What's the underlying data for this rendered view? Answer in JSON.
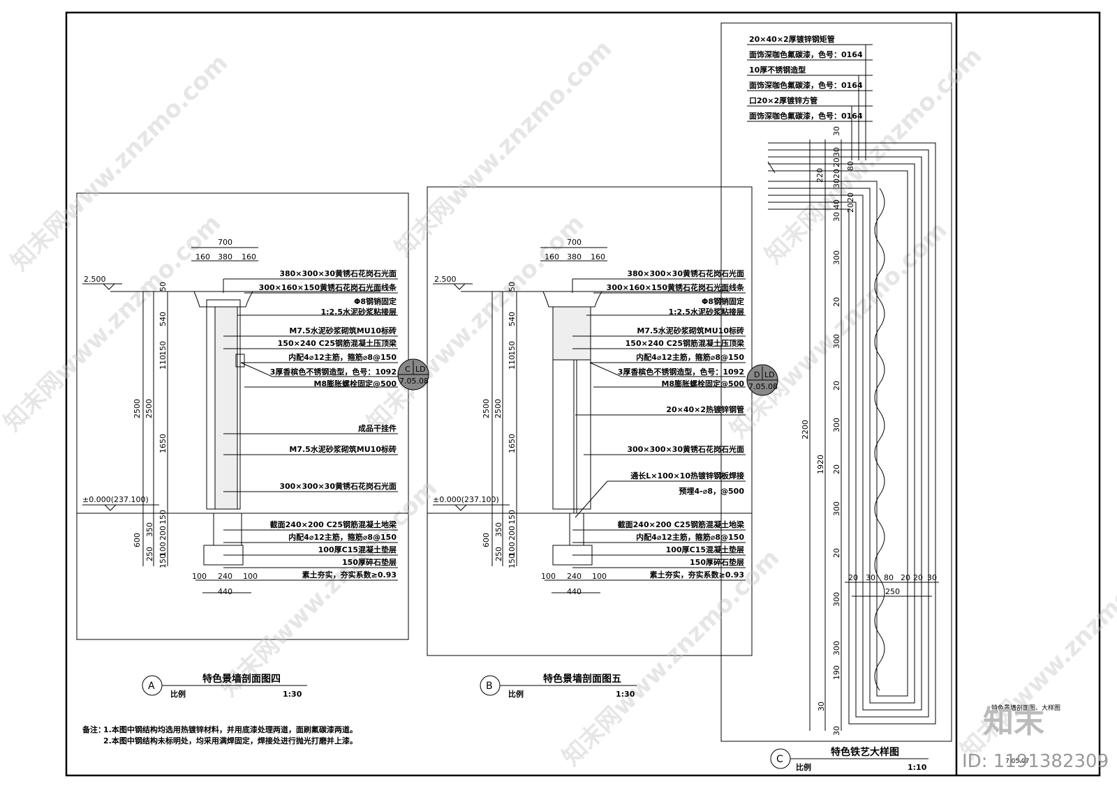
{
  "sectionA": {
    "dims_top": [
      "700",
      "160",
      "380",
      "160"
    ],
    "level_top": "2.500",
    "level_ground": "±0.000(237.100)",
    "dims_left_total": [
      "2500",
      "600"
    ],
    "dims_left": [
      "50",
      "540",
      "150",
      "110",
      "2500",
      "1650",
      "150",
      "350",
      "200",
      "250",
      "100",
      "150"
    ],
    "dims_bottom": [
      "100",
      "240",
      "100",
      "440"
    ],
    "labels": [
      "380×300×30黄锈石花岗石光面",
      "300×160×150黄锈石花岗石光面线条",
      "Φ8钢销固定",
      "1:2.5水泥砂浆粘接层",
      "M7.5水泥砂浆砌筑MU10标砖",
      "150×240 C25钢筋混凝土压顶梁",
      "内配4⌀12主筋，箍筋⌀8@150",
      "3厚香槟色不锈钢造型，色号：1092",
      "M8膨胀螺栓固定@500",
      "成品干挂件",
      "M7.5水泥砂浆砌筑MU10标砖",
      "300×300×30黄锈石花岗石光面",
      "截面240×200 C25钢筋混凝土地梁",
      "内配4⌀12主筋，箍筋⌀8@150",
      "100厚C15混凝土垫层",
      "150厚碎石垫层",
      "素土夯实，夯实系数≥0.93"
    ],
    "callout_top": "C",
    "callout_right": "LD",
    "callout_ref": "7.05.08",
    "title_letter": "A",
    "title": "特色景墙剖面图四",
    "scale_label": "比例",
    "scale": "1:30"
  },
  "sectionB": {
    "dims_top": [
      "700",
      "160",
      "380",
      "160"
    ],
    "level_top": "2.500",
    "level_ground": "±0.000(237.100)",
    "dims_left_total": [
      "2500",
      "600"
    ],
    "dims_left": [
      "50",
      "540",
      "150",
      "110",
      "2500",
      "1650",
      "150",
      "350",
      "200",
      "250",
      "100",
      "150"
    ],
    "dims_bottom": [
      "100",
      "240",
      "100",
      "440"
    ],
    "labels": [
      "380×300×30黄锈石花岗石光面",
      "300×160×150黄锈石花岗石光面线条",
      "Φ8钢销固定",
      "1:2.5水泥砂浆粘接层",
      "M7.5水泥砂浆砌筑MU10标砖",
      "150×240 C25钢筋混凝土压顶梁",
      "内配4⌀12主筋，箍筋⌀8@150",
      "3厚香槟色不锈钢造型，色号：1092",
      "M8膨胀螺栓固定@500",
      "20×40×2热镀锌钢管",
      "300×300×30黄锈石花岗石光面",
      "通长L×100×10热镀锌钢板焊接",
      "预埋4-⌀8，@500",
      "截面240×200 C25钢筋混凝土地梁",
      "内配4⌀12主筋，箍筋⌀8@150",
      "100厚C15混凝土垫层",
      "150厚碎石垫层",
      "素土夯实，夯实系数≥0.93"
    ],
    "callout_top": "D",
    "callout_right": "LD",
    "callout_ref": "7.05.08",
    "title_letter": "B",
    "title": "特色景墙剖面图五",
    "scale_label": "比例",
    "scale": "1:30"
  },
  "sectionC": {
    "labels": [
      "20×40×2厚镀锌钢矩管",
      "面饰深咖色氟碳漆，色号：0164",
      "10厚不锈钢造型",
      "面饰深咖色氟碳漆，色号：0164",
      "口20×2厚镀锌方管",
      "面饰深咖色氟碳漆，色号：0164"
    ],
    "dims_top": [
      "30",
      "30",
      "20",
      "20",
      "30",
      "80",
      "220",
      "40",
      "30",
      "20",
      "20"
    ],
    "dims_total": [
      "2200",
      "1920"
    ],
    "dims_mid": [
      "300",
      "300",
      "20",
      "300",
      "20",
      "300",
      "20",
      "300",
      "20",
      "300",
      "190",
      "30",
      "30"
    ],
    "dims_width": [
      "20",
      "30",
      "80",
      "20",
      "20",
      "30",
      "250"
    ],
    "title_letter": "C",
    "title": "特色铁艺大样图",
    "scale_label": "比例",
    "scale": "1:10"
  },
  "notes": {
    "heading": "备注：",
    "lines": [
      "1.本图中钢结构均选用热镀锌材料，并用底漆处理两道，面刷氟碳漆两道。",
      "2.本图中钢结构未标明处，均采用满焊固定，焊接处进行抛光打磨并上漆。"
    ]
  },
  "sidebar": {
    "small_text": "特色景墙剖面图、大样图",
    "page_code": "7.05.07"
  },
  "watermark": {
    "text": "知末网www.znzmo.com",
    "logo": "知末",
    "id": "ID: 1191382309"
  }
}
